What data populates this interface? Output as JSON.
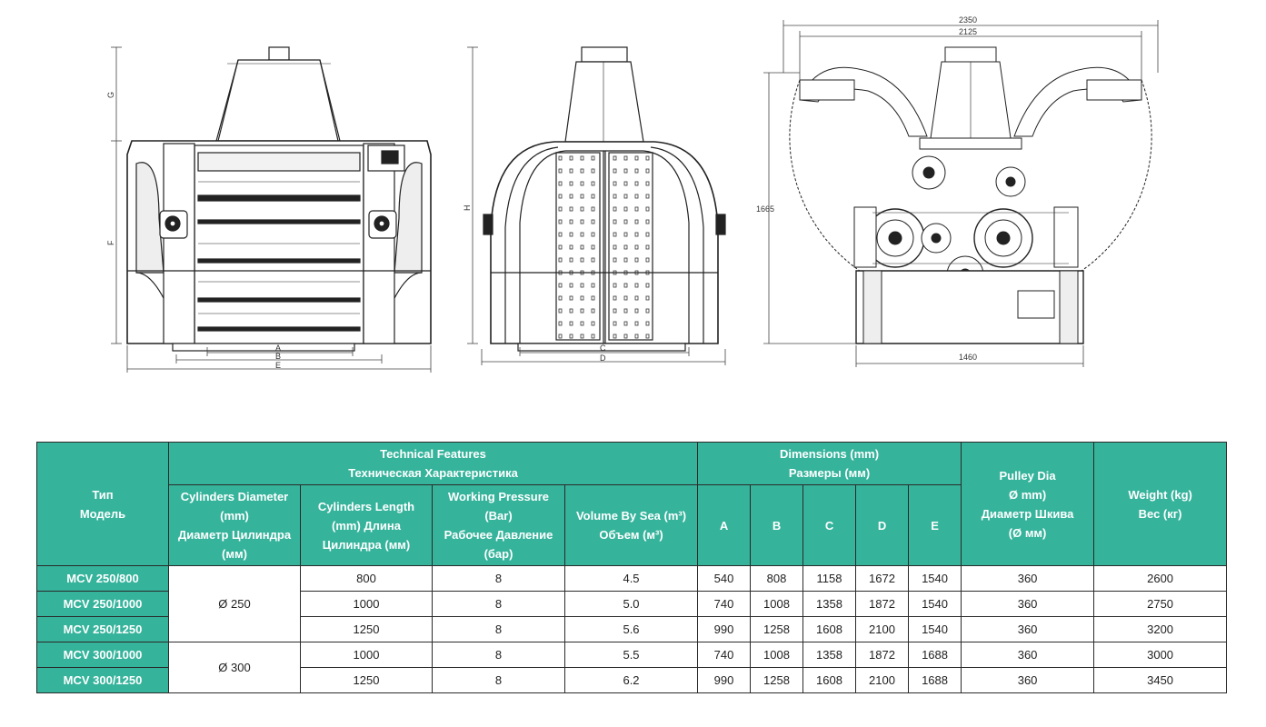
{
  "drawings": {
    "front": {
      "labels": [
        "G",
        "F",
        "A",
        "B",
        "E"
      ]
    },
    "side": {
      "labels": [
        "H",
        "C",
        "D"
      ]
    },
    "section": {
      "labels": [
        "2350",
        "2125",
        "1665",
        "1460"
      ]
    }
  },
  "table": {
    "header": {
      "type": [
        "Тип",
        "Модель"
      ],
      "technical": [
        "Technical Features",
        "Техническая Характеристика"
      ],
      "cyl_diameter": [
        "Cylinders Diameter",
        "(mm)",
        "Диаметр Цилиндра",
        "(мм)"
      ],
      "cyl_length": [
        "Cylinders Length",
        "(mm) Длина",
        "Цилиндра (мм)"
      ],
      "pressure": [
        "Working Pressure",
        "(Bar)",
        "Рабочее Давление",
        "(бар)"
      ],
      "volume": [
        "Volume By Sea (m³)",
        "Объем (м³)"
      ],
      "dimensions": [
        "Dimensions (mm)",
        "Размеры (мм)"
      ],
      "dim_cols": [
        "A",
        "B",
        "C",
        "D",
        "E"
      ],
      "pulley": [
        "Pulley Dia",
        "Ø mm)",
        "Диаметр Шкива",
        "(Ø мм)"
      ],
      "weight": [
        "Weight (kg)",
        "Вес (кг)"
      ]
    },
    "rows": [
      {
        "model": "MCV 250/800",
        "diameter": "Ø 250",
        "length": "800",
        "pressure": "8",
        "volume": "4.5",
        "A": "540",
        "B": "808",
        "C": "1158",
        "D": "1672",
        "E": "1540",
        "pulley": "360",
        "weight": "2600"
      },
      {
        "model": "MCV 250/1000",
        "length": "1000",
        "pressure": "8",
        "volume": "5.0",
        "A": "740",
        "B": "1008",
        "C": "1358",
        "D": "1872",
        "E": "1540",
        "pulley": "360",
        "weight": "2750"
      },
      {
        "model": "MCV 250/1250",
        "length": "1250",
        "pressure": "8",
        "volume": "5.6",
        "A": "990",
        "B": "1258",
        "C": "1608",
        "D": "2100",
        "E": "1540",
        "pulley": "360",
        "weight": "3200"
      },
      {
        "model": "MCV 300/1000",
        "diameter": "Ø 300",
        "length": "1000",
        "pressure": "8",
        "volume": "5.5",
        "A": "740",
        "B": "1008",
        "C": "1358",
        "D": "1872",
        "E": "1688",
        "pulley": "360",
        "weight": "3000"
      },
      {
        "model": "MCV 300/1250",
        "length": "1250",
        "pressure": "8",
        "volume": "6.2",
        "A": "990",
        "B": "1258",
        "C": "1608",
        "D": "2100",
        "E": "1688",
        "pulley": "360",
        "weight": "3450"
      }
    ]
  }
}
